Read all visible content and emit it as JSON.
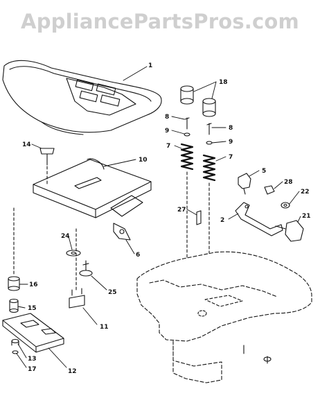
{
  "watermark": "AppliancePartsPros.com",
  "parts": [
    {
      "id": "seat",
      "callout": "1"
    },
    {
      "id": "seat-pan",
      "callout": "10"
    },
    {
      "id": "knob-bolt",
      "callout": "14"
    },
    {
      "id": "hinge-bracket",
      "callout": "6"
    },
    {
      "id": "washer",
      "callout": "24"
    },
    {
      "id": "carriage-bolt",
      "callout": "25"
    },
    {
      "id": "spacer-16",
      "callout": "16"
    },
    {
      "id": "spacer-15",
      "callout": "15"
    },
    {
      "id": "hinge-plate",
      "callout": "11"
    },
    {
      "id": "seat-track",
      "callout": "12"
    },
    {
      "id": "nut-13",
      "callout": "13"
    },
    {
      "id": "nut-17",
      "callout": "17"
    },
    {
      "id": "bumper-left",
      "callout": "18"
    },
    {
      "id": "bumper-right",
      "callout": "18"
    },
    {
      "id": "bolt-left",
      "callout": "8"
    },
    {
      "id": "bolt-right",
      "callout": "8"
    },
    {
      "id": "washer-left",
      "callout": "9"
    },
    {
      "id": "washer-right",
      "callout": "9"
    },
    {
      "id": "spring-left",
      "callout": "7"
    },
    {
      "id": "spring-right",
      "callout": "7"
    },
    {
      "id": "switch",
      "callout": "5"
    },
    {
      "id": "locknut",
      "callout": "28"
    },
    {
      "id": "nut-22",
      "callout": "22"
    },
    {
      "id": "bracket",
      "callout": "2"
    },
    {
      "id": "pin",
      "callout": "27"
    },
    {
      "id": "knob-21",
      "callout": "21"
    }
  ]
}
